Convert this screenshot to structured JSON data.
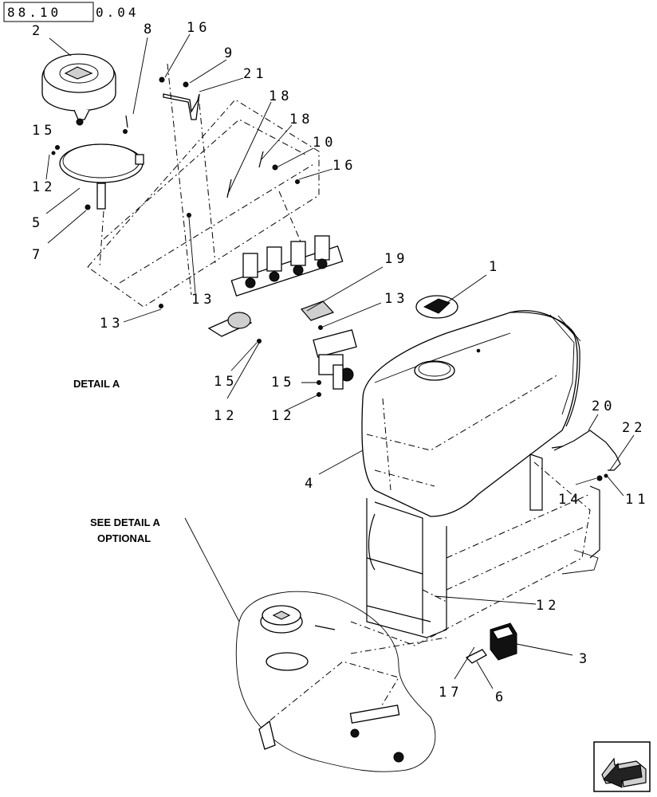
{
  "page_ref": {
    "boxed": "88.10",
    "rest": "0.04"
  },
  "detail_label": "DETAIL A",
  "see_detail": {
    "line1": "SEE DETAIL A",
    "line2": "OPTIONAL"
  },
  "callouts": {
    "c2": "2",
    "c8": "8",
    "c16a": "16",
    "c9": "9",
    "c21": "21",
    "c18a": "18",
    "c18b": "18",
    "c10": "10",
    "c16b": "16",
    "c15a": "15",
    "c12a": "12",
    "c5": "5",
    "c7": "7",
    "c13a": "13",
    "c13b": "13",
    "c19": "19",
    "c13c": "13",
    "c1": "1",
    "c15b": "15",
    "c12b": "12",
    "c15c": "15",
    "c12c": "12",
    "c20": "20",
    "c22": "22",
    "c14": "14",
    "c11": "11",
    "c4": "4",
    "c12d": "12",
    "c3": "3",
    "c17": "17",
    "c6": "6"
  },
  "nav_icon": "next-page-arrow-icon"
}
